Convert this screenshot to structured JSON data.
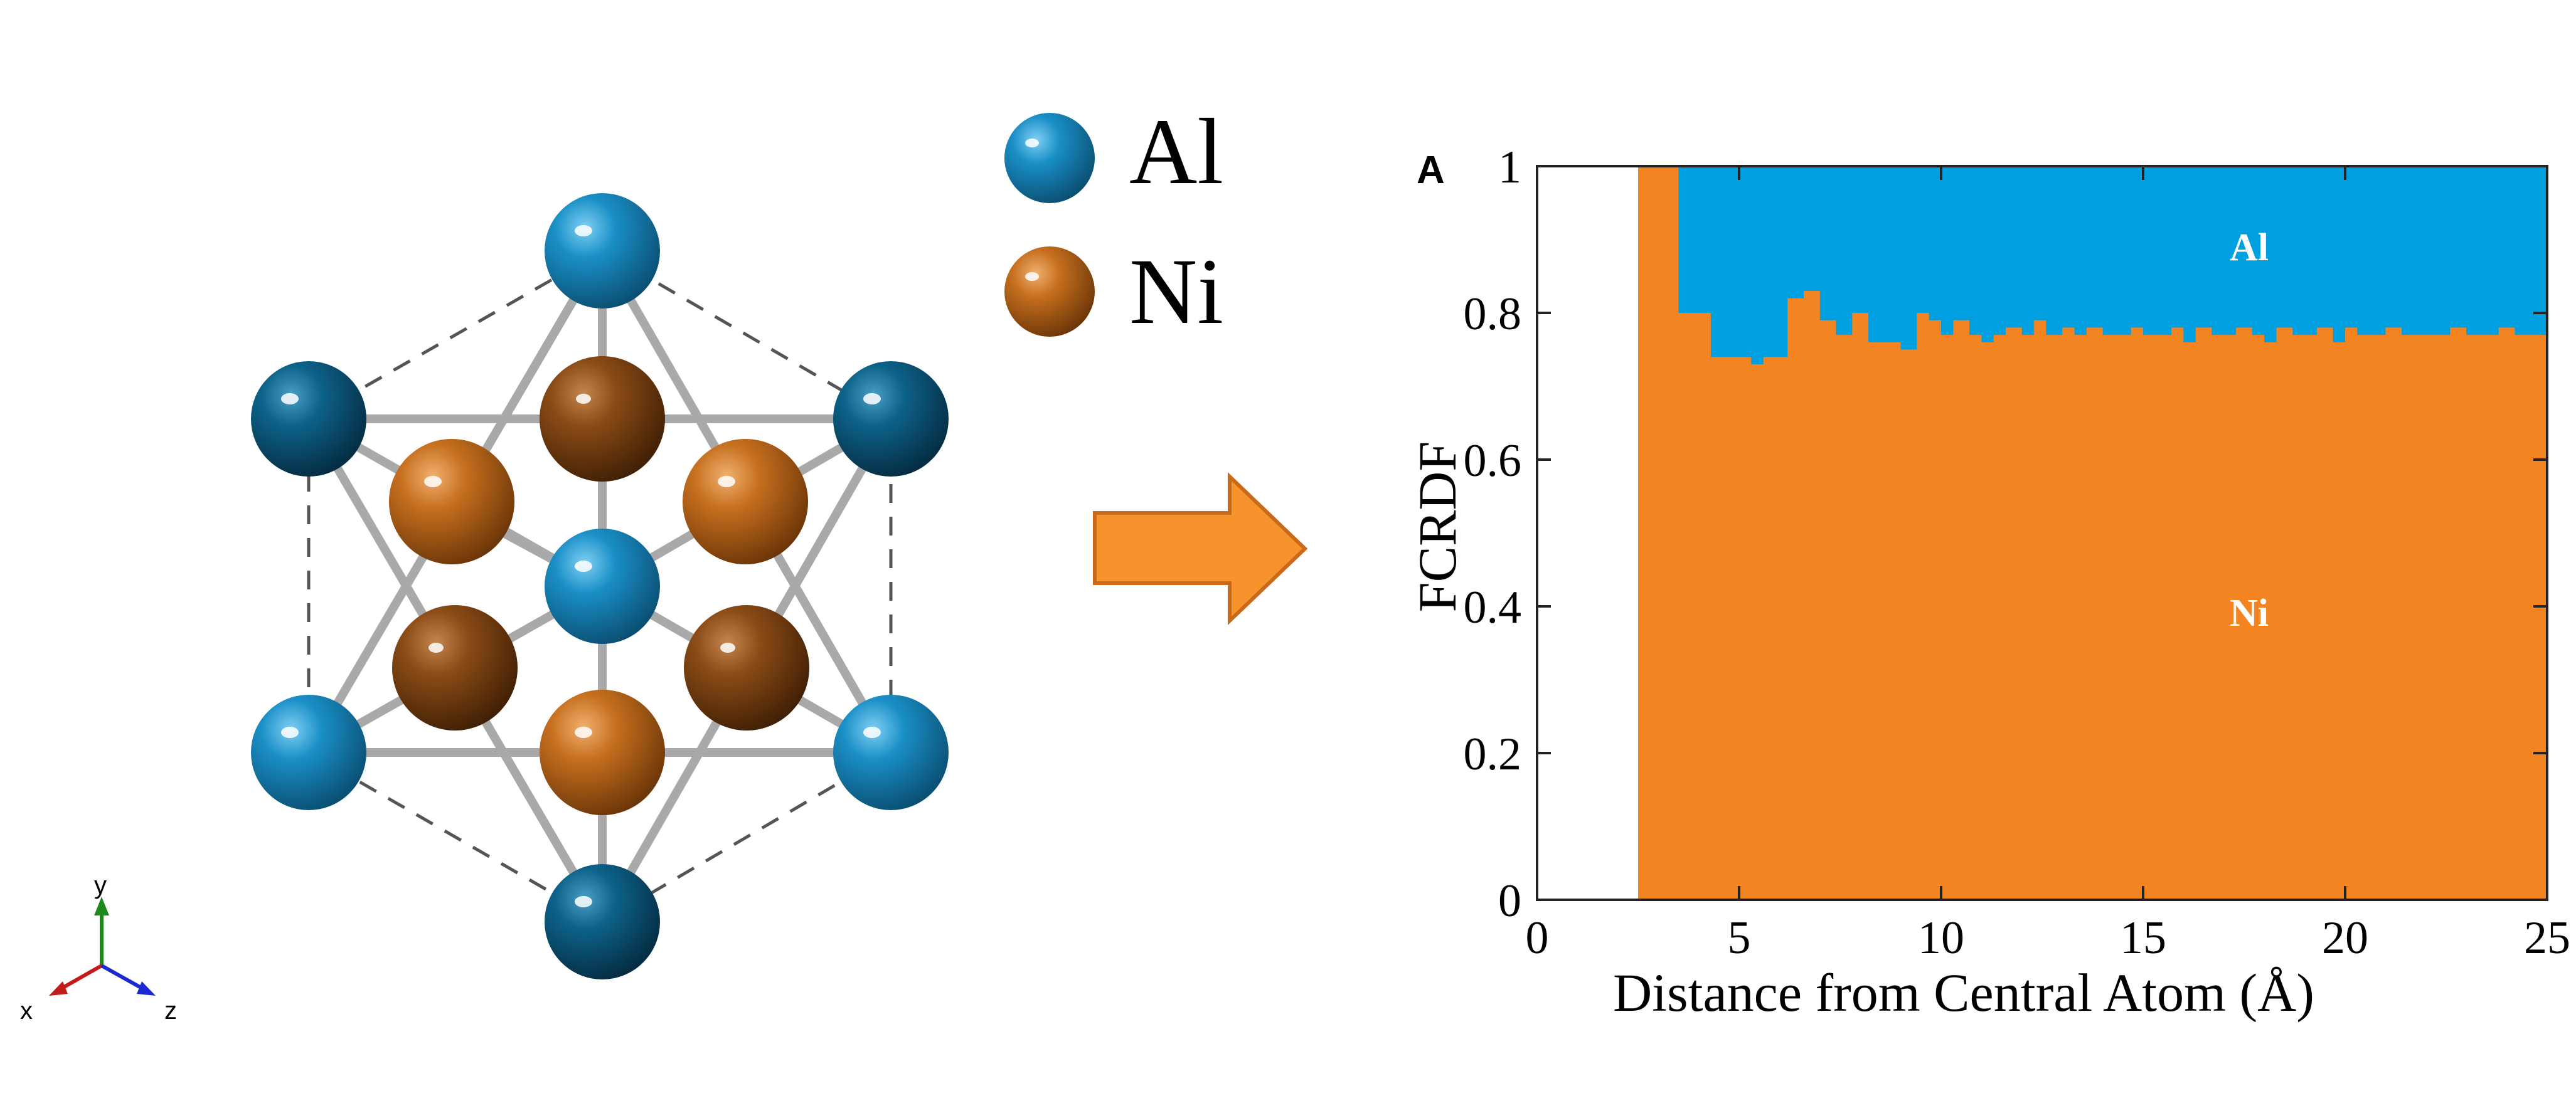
{
  "legend": {
    "items": [
      {
        "label": "Al",
        "color": "#1a8fc6"
      },
      {
        "label": "Ni",
        "color": "#b8661a"
      }
    ]
  },
  "axes_triad": {
    "x": "x",
    "y": "y",
    "z": "z"
  },
  "colors": {
    "al_light": "#1a8fc6",
    "al_dark": "#0a5478",
    "ni_light": "#c66f1e",
    "ni_dark": "#7a3f10",
    "chart_al_fill": "#009fe0",
    "chart_ni_fill": "#f28422",
    "arrow_fill": "#f7932d",
    "arrow_stroke": "#c96a1a"
  },
  "chart_data": {
    "type": "area",
    "panel_label": "A",
    "xlabel": "Distance from Central Atom (Å)",
    "ylabel": "FCRDF",
    "xlim": [
      0,
      25
    ],
    "ylim": [
      0,
      1
    ],
    "x_ticks": [
      "0",
      "5",
      "10",
      "15",
      "20",
      "25"
    ],
    "y_ticks": [
      "0",
      "0.2",
      "0.4",
      "0.6",
      "0.8",
      "1"
    ],
    "region_labels": [
      "Al",
      "Ni"
    ],
    "x": [
      2.5,
      3.5,
      4.3,
      4.6,
      5.3,
      5.6,
      6.2,
      6.6,
      7.0,
      7.4,
      7.8,
      8.2,
      8.6,
      9.0,
      9.4,
      9.7,
      10.0,
      10.3,
      10.7,
      11.0,
      11.3,
      11.6,
      12.0,
      12.3,
      12.6,
      13.0,
      13.3,
      13.6,
      14.0,
      14.3,
      14.7,
      15.0,
      15.3,
      15.7,
      16.0,
      16.3,
      16.7,
      17.0,
      17.3,
      17.7,
      18.0,
      18.3,
      18.7,
      19.0,
      19.3,
      19.7,
      20.0,
      20.3,
      20.7,
      21.0,
      21.4,
      21.8,
      22.2,
      22.6,
      23.0,
      23.4,
      23.8,
      24.2,
      24.6,
      25.0
    ],
    "series": [
      {
        "name": "Ni",
        "values": [
          1.0,
          0.8,
          0.74,
          0.74,
          0.73,
          0.74,
          0.82,
          0.83,
          0.79,
          0.77,
          0.8,
          0.76,
          0.76,
          0.75,
          0.8,
          0.79,
          0.77,
          0.79,
          0.77,
          0.76,
          0.77,
          0.78,
          0.77,
          0.79,
          0.77,
          0.78,
          0.77,
          0.78,
          0.77,
          0.77,
          0.78,
          0.77,
          0.77,
          0.78,
          0.76,
          0.78,
          0.77,
          0.77,
          0.78,
          0.77,
          0.76,
          0.78,
          0.77,
          0.77,
          0.78,
          0.76,
          0.78,
          0.77,
          0.77,
          0.78,
          0.77,
          0.77,
          0.77,
          0.78,
          0.77,
          0.77,
          0.78,
          0.77,
          0.77,
          0.78
        ]
      },
      {
        "name": "Al",
        "values": [
          0.0,
          0.2,
          0.26,
          0.26,
          0.27,
          0.26,
          0.18,
          0.17,
          0.21,
          0.23,
          0.2,
          0.24,
          0.24,
          0.25,
          0.2,
          0.21,
          0.23,
          0.21,
          0.23,
          0.24,
          0.23,
          0.22,
          0.23,
          0.21,
          0.23,
          0.22,
          0.23,
          0.22,
          0.23,
          0.23,
          0.22,
          0.23,
          0.23,
          0.22,
          0.24,
          0.22,
          0.23,
          0.23,
          0.22,
          0.23,
          0.24,
          0.22,
          0.23,
          0.23,
          0.22,
          0.24,
          0.22,
          0.23,
          0.23,
          0.22,
          0.23,
          0.23,
          0.23,
          0.22,
          0.23,
          0.23,
          0.22,
          0.23,
          0.23,
          0.22
        ]
      }
    ]
  }
}
